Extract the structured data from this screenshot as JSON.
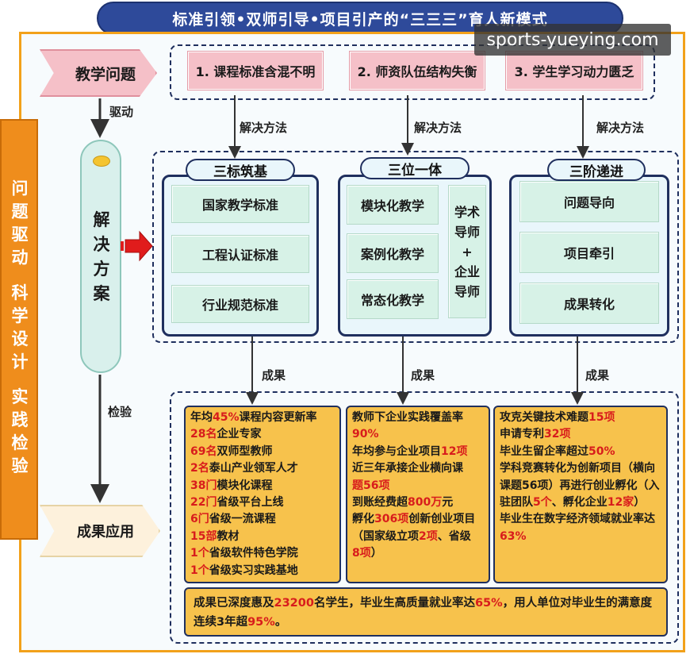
{
  "title": "标准引领•双师引导•项目引产的“三三三”育人新模式",
  "watermark": "sports-yueying.com",
  "side_label": "问题驱动 科学设计 实践检验",
  "left_flow": {
    "problem": "教学问题",
    "drive_label": "驱动",
    "solution": "解决方案",
    "verify_label": "检验",
    "result": "成果应用"
  },
  "problems": [
    "1. 课程标准含混不明",
    "2. 师资队伍结构失衡",
    "3. 学生学习动力匮乏"
  ],
  "method_label": "解决方法",
  "result_label": "成果",
  "methods": {
    "standards": {
      "title": "三标筑基",
      "items": [
        "国家教学标准",
        "工程认证标准",
        "行业规范标准"
      ]
    },
    "integration": {
      "title": "三位一体",
      "items": [
        "模块化教学",
        "案例化教学",
        "常态化教学"
      ],
      "mentors": [
        "学术",
        "导师",
        "+",
        "企业",
        "导师"
      ]
    },
    "progression": {
      "title": "三阶递进",
      "items": [
        "问题导向",
        "项目牵引",
        "成果转化"
      ]
    }
  },
  "results": {
    "col1": [
      {
        "pre": "年均",
        "hl": "45%",
        "post": "课程内容更新率"
      },
      {
        "pre": "",
        "hl": "28名",
        "post": "企业专家"
      },
      {
        "pre": "",
        "hl": "69名",
        "post": "双师型教师"
      },
      {
        "pre": "",
        "hl": "2名",
        "post": "泰山产业领军人才"
      },
      {
        "pre": "",
        "hl": "38门",
        "post": "模块化课程"
      },
      {
        "pre": "",
        "hl": "22门",
        "post": "省级平台上线"
      },
      {
        "pre": "",
        "hl": "6门",
        "post": "省级一流课程"
      },
      {
        "pre": "",
        "hl": "15部",
        "post": "教材"
      },
      {
        "pre": "",
        "hl": "1个",
        "post": "省级软件特色学院"
      },
      {
        "pre": "",
        "hl": "1个",
        "post": "省级实习实践基地"
      }
    ],
    "col2": {
      "l1": "教师下企业实践覆盖率",
      "l2_hl": "90%",
      "l3_pre": "年均参与企业项目",
      "l3_hl": "12项",
      "l4": "近三年承接企业横向课",
      "l5_hl": "题56项",
      "l6_pre": "到账经费超",
      "l6_hl": "800万",
      "l6_post": "元",
      "l7_pre": "孵化",
      "l7_hl": "306项",
      "l7_post": "创新创业项目",
      "l8_pre": "（国家级立项",
      "l8_hl": "2项",
      "l8_post": "、省级",
      "l9_hl": "8项",
      "l9_post": "）"
    },
    "col3": {
      "l1_pre": "攻克关键技术难题",
      "l1_hl": "15项",
      "l2_pre": "申请专利",
      "l2_hl": "32项",
      "l3_pre": "毕业生留企率超过",
      "l3_hl": "50%",
      "l4": "学科竞赛转化为创新项目（横向课题56项）再进行创业孵化（入驻团队",
      "l4_hl1": "5个",
      "l4_mid": "、孵化企业",
      "l4_hl2": "12家",
      "l4_post": "）",
      "l5": "毕业生在数字经济领域就业率达",
      "l5_hl": "63%"
    },
    "bottom": {
      "p1": "成果已深度惠及",
      "h1": "23200",
      "p2": "名学生，毕业生高质量就业率达",
      "h2": "65%",
      "p3": "，用人单位对毕业生的满意度连续3年超",
      "h3": "95%",
      "p4": "。"
    }
  },
  "colors": {
    "frame": "#f2a11a",
    "title_bg": "#2e4a9a",
    "problem_fill": "#f5c0c8",
    "method_item": "#d7f2e7",
    "result_fill": "#f7c24c",
    "highlight": "#d81c1c",
    "side_label": "#ef8d1c"
  }
}
